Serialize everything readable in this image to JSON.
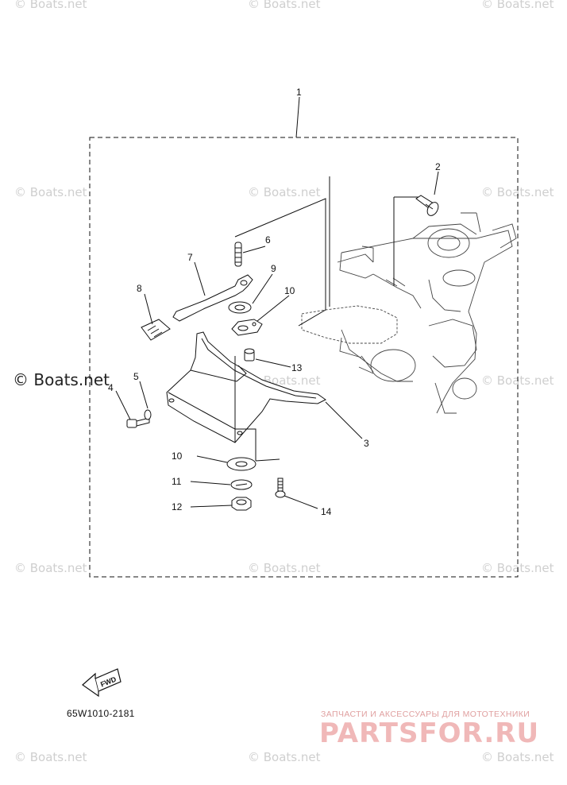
{
  "watermark": "© Boats.net",
  "diagram_code": "65W1010-2181",
  "fwd_label": "FWD",
  "promo": {
    "tagline": "ЗАПЧАСТИ И АКСЕССУАРЫ ДЛЯ МОТОТЕХНИКИ",
    "brand": "PARTSFOR.RU"
  },
  "callouts": {
    "c1": "1",
    "c2": "2",
    "c3": "3",
    "c4": "4",
    "c5": "5",
    "c6": "6",
    "c7": "7",
    "c8": "8",
    "c9": "9",
    "c10a": "10",
    "c10b": "10",
    "c11": "11",
    "c12": "12",
    "c13": "13",
    "c14": "14"
  }
}
